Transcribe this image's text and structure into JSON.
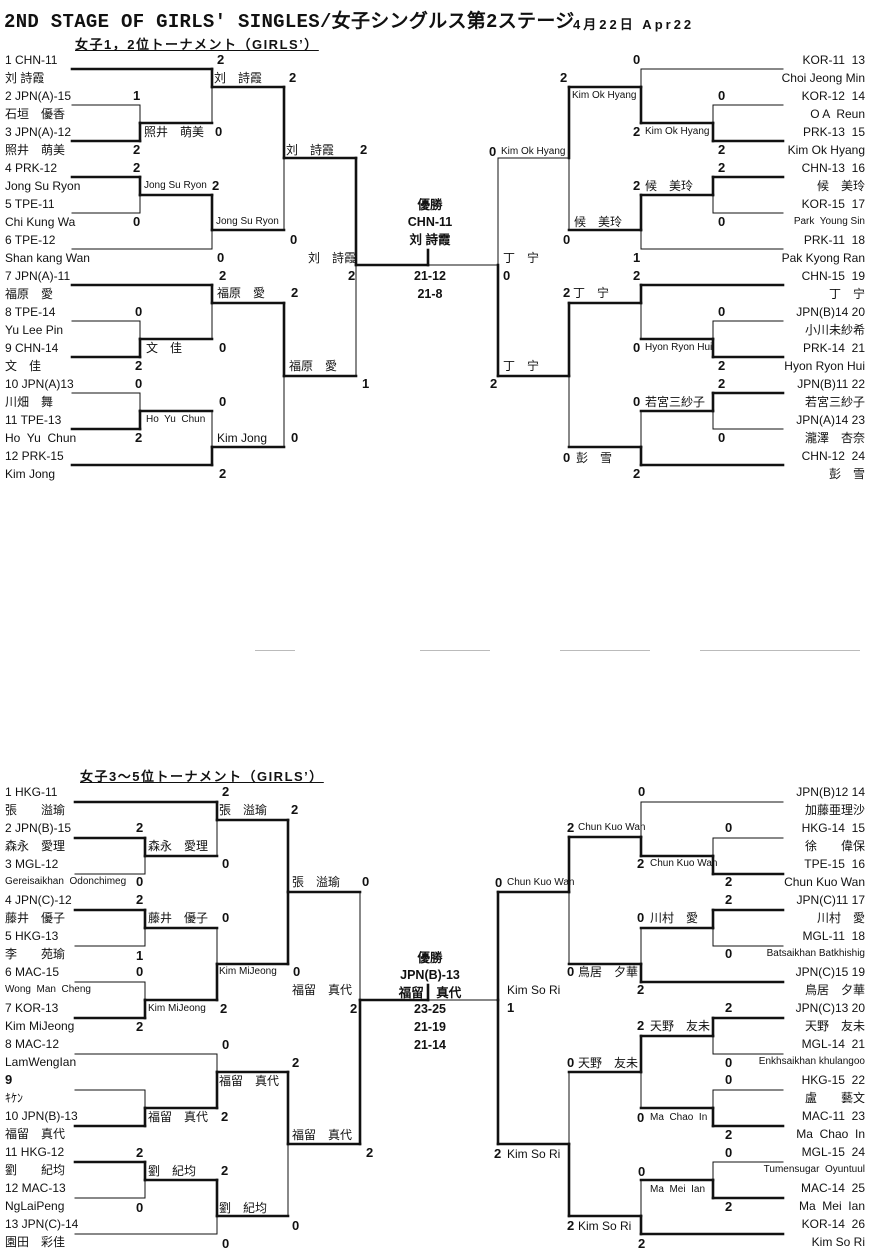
{
  "header": {
    "title": "2ND STAGE OF GIRLS' SINGLES/女子シングルス第2ステージ",
    "date": "4月22日 Apr22"
  },
  "top": {
    "subtitle": "女子1，2位トーナメント（GIRLS’）",
    "left_players": [
      {
        "entry": "1 CHN-11",
        "name": "刘 詩霞"
      },
      {
        "entry": "2 JPN(A)-15",
        "name": "石垣　優香"
      },
      {
        "entry": "3 JPN(A)-12",
        "name": "照井　萌美"
      },
      {
        "entry": "4 PRK-12",
        "name": "Jong Su Ryon"
      },
      {
        "entry": "5 TPE-11",
        "name": "Chi Kung Wa"
      },
      {
        "entry": "6 TPE-12",
        "name": "Shan kang Wan"
      },
      {
        "entry": "7 JPN(A)-11",
        "name": "福原　愛"
      },
      {
        "entry": "8 TPE-14",
        "name": "Yu Lee Pin"
      },
      {
        "entry": "9 CHN-14",
        "name": "文　佳"
      },
      {
        "entry": "10 JPN(A)13",
        "name": "川畑　舞"
      },
      {
        "entry": "11 TPE-13",
        "name": "Ho  Yu  Chun"
      },
      {
        "entry": "12 PRK-15",
        "name": "Kim Jong"
      }
    ],
    "right_players": [
      {
        "entry": "KOR-11  13",
        "name": "Choi Jeong Min"
      },
      {
        "entry": "KOR-12  14",
        "name": "O A  Reun"
      },
      {
        "entry": "PRK-13  15",
        "name": "Kim Ok Hyang"
      },
      {
        "entry": "CHN-13  16",
        "name": "候　美玲"
      },
      {
        "entry": "KOR-15  17",
        "name": "Park  Young Sin"
      },
      {
        "entry": "PRK-11  18",
        "name": "Pak Kyong Ran"
      },
      {
        "entry": "CHN-15  19",
        "name": "丁　宁"
      },
      {
        "entry": "JPN(B)14 20",
        "name": "小川未紗希"
      },
      {
        "entry": "PRK-14  21",
        "name": "Hyon Ryon Hui"
      },
      {
        "entry": "JPN(B)11 22",
        "name": "若宮三紗子"
      },
      {
        "entry": "JPN(A)14 23",
        "name": "瀧澤　杏奈"
      },
      {
        "entry": "CHN-12  24",
        "name": "彭　雪"
      }
    ],
    "labels": [
      "2",
      "刘　詩霞",
      "2",
      "1",
      "照井　萌美",
      "0",
      "2",
      "刘　詩霞",
      "2",
      "2",
      "Jong Su Ryon",
      "2",
      "0",
      "Jong Su Ryon",
      "0",
      "0",
      "刘　詩霞",
      "2",
      "2",
      "福原　愛",
      "2",
      "0",
      "文　佳",
      "0",
      "2",
      "福原　愛",
      "0",
      "0",
      "Ho  Yu  Chun",
      "2",
      "Kim Jong",
      "0",
      "2",
      "1",
      "0",
      "2",
      "Kim Ok Hyang",
      "0",
      "2",
      "Kim Ok Hyang",
      "2",
      "0",
      "Kim Ok Hyang",
      "2",
      "2",
      "候　美玲",
      "候　美玲",
      "0",
      "0",
      "丁　宁",
      "1",
      "0",
      "2",
      "2",
      "丁　宁",
      "0",
      "0",
      "Hyon Ryon Hui",
      "丁　宁",
      "2",
      "2",
      "2",
      "0",
      "若宮三紗子",
      "0",
      "0",
      "彭　雪",
      "2"
    ],
    "center": {
      "winner_label": "優勝",
      "team": "CHN-11",
      "name": "刘 詩霞",
      "scores": [
        "21-12",
        "21-8"
      ]
    }
  },
  "bottom": {
    "subtitle": "女子3～5位トーナメント（GIRLS’）",
    "left_players": [
      {
        "entry": "1 HKG-11",
        "name": "張　　溢瑜"
      },
      {
        "entry": "2 JPN(B)-15",
        "name": "森永　愛理"
      },
      {
        "entry": "3 MGL-12",
        "name": "Gereisaikhan  Odonchimeg"
      },
      {
        "entry": "4 JPN(C)-12",
        "name": "藤井　優子"
      },
      {
        "entry": "5 HKG-13",
        "name": "李　　苑瑜"
      },
      {
        "entry": "6 MAC-15",
        "name": "Wong  Man  Cheng"
      },
      {
        "entry": "7 KOR-13",
        "name": "Kim MiJeong"
      },
      {
        "entry": "8 MAC-12",
        "name": "LamWengIan"
      },
      {
        "entry": "9",
        "name": "ｷｹﾝ"
      },
      {
        "entry": "10 JPN(B)-13",
        "name": "福留　真代"
      },
      {
        "entry": "11 HKG-12",
        "name": "劉　　紀均"
      },
      {
        "entry": "12 MAC-13",
        "name": "NgLaiPeng"
      },
      {
        "entry": "13 JPN(C)-14",
        "name": "園田　彩佳"
      }
    ],
    "right_players": [
      {
        "entry": "JPN(B)12 14",
        "name": "加藤亜理沙"
      },
      {
        "entry": "HKG-14  15",
        "name": "徐　　偉保"
      },
      {
        "entry": "TPE-15  16",
        "name": "Chun Kuo Wan"
      },
      {
        "entry": "JPN(C)11 17",
        "name": "川村　愛"
      },
      {
        "entry": "MGL-11  18",
        "name": "Batsaikhan Batkhishig"
      },
      {
        "entry": "JPN(C)15 19",
        "name": "鳥居　夕華"
      },
      {
        "entry": "JPN(C)13 20",
        "name": "天野　友未"
      },
      {
        "entry": "MGL-14  21",
        "name": "Enkhsaikhan khulangoo"
      },
      {
        "entry": "HKG-15  22",
        "name": "盧　　藝文"
      },
      {
        "entry": "MAC-11  23",
        "name": "Ma  Chao  In"
      },
      {
        "entry": "MGL-15  24",
        "name": "Tumensugar  Oyuntuul"
      },
      {
        "entry": "MAC-14  25",
        "name": "Ma  Mei  Ian"
      },
      {
        "entry": "KOR-14  26",
        "name": "Kim So Ri"
      }
    ],
    "labels": [
      "2",
      "張　溢瑜",
      "2",
      "2",
      "森永　愛理",
      "0",
      "0",
      "張　溢瑜",
      "0",
      "2",
      "藤井　優子",
      "0",
      "1",
      "0",
      "Kim MiJeong",
      "0",
      "福留　真代",
      "Kim MiJeong",
      "2",
      "2",
      "2",
      "0",
      "2",
      "福留　真代",
      "福留　真代",
      "2",
      "福留　真代",
      "2",
      "2",
      "劉　紀均",
      "2",
      "0",
      "劉　紀均",
      "0",
      "0",
      "0",
      "2",
      "Chun Kuo Wan",
      "0",
      "2",
      "Chun Kuo Wan",
      "0",
      "Chun Kuo Wan",
      "2",
      "2",
      "0",
      "川村　愛",
      "0",
      "0",
      "鳥居　夕華",
      "Kim So Ri",
      "2",
      "1",
      "2",
      "2",
      "天野　友未",
      "0",
      "天野　友未",
      "0",
      "0",
      "0",
      "Ma  Chao  In",
      "2",
      "2",
      "Kim So Ri",
      "0",
      "0",
      "Ma  Mei  Ian",
      "2",
      "2",
      "Kim So Ri",
      "2"
    ],
    "center": {
      "winner_label": "優勝",
      "team": "JPN(B)-13",
      "name": "福留　真代",
      "scores": [
        "23-25",
        "21-19",
        "21-14"
      ]
    }
  }
}
